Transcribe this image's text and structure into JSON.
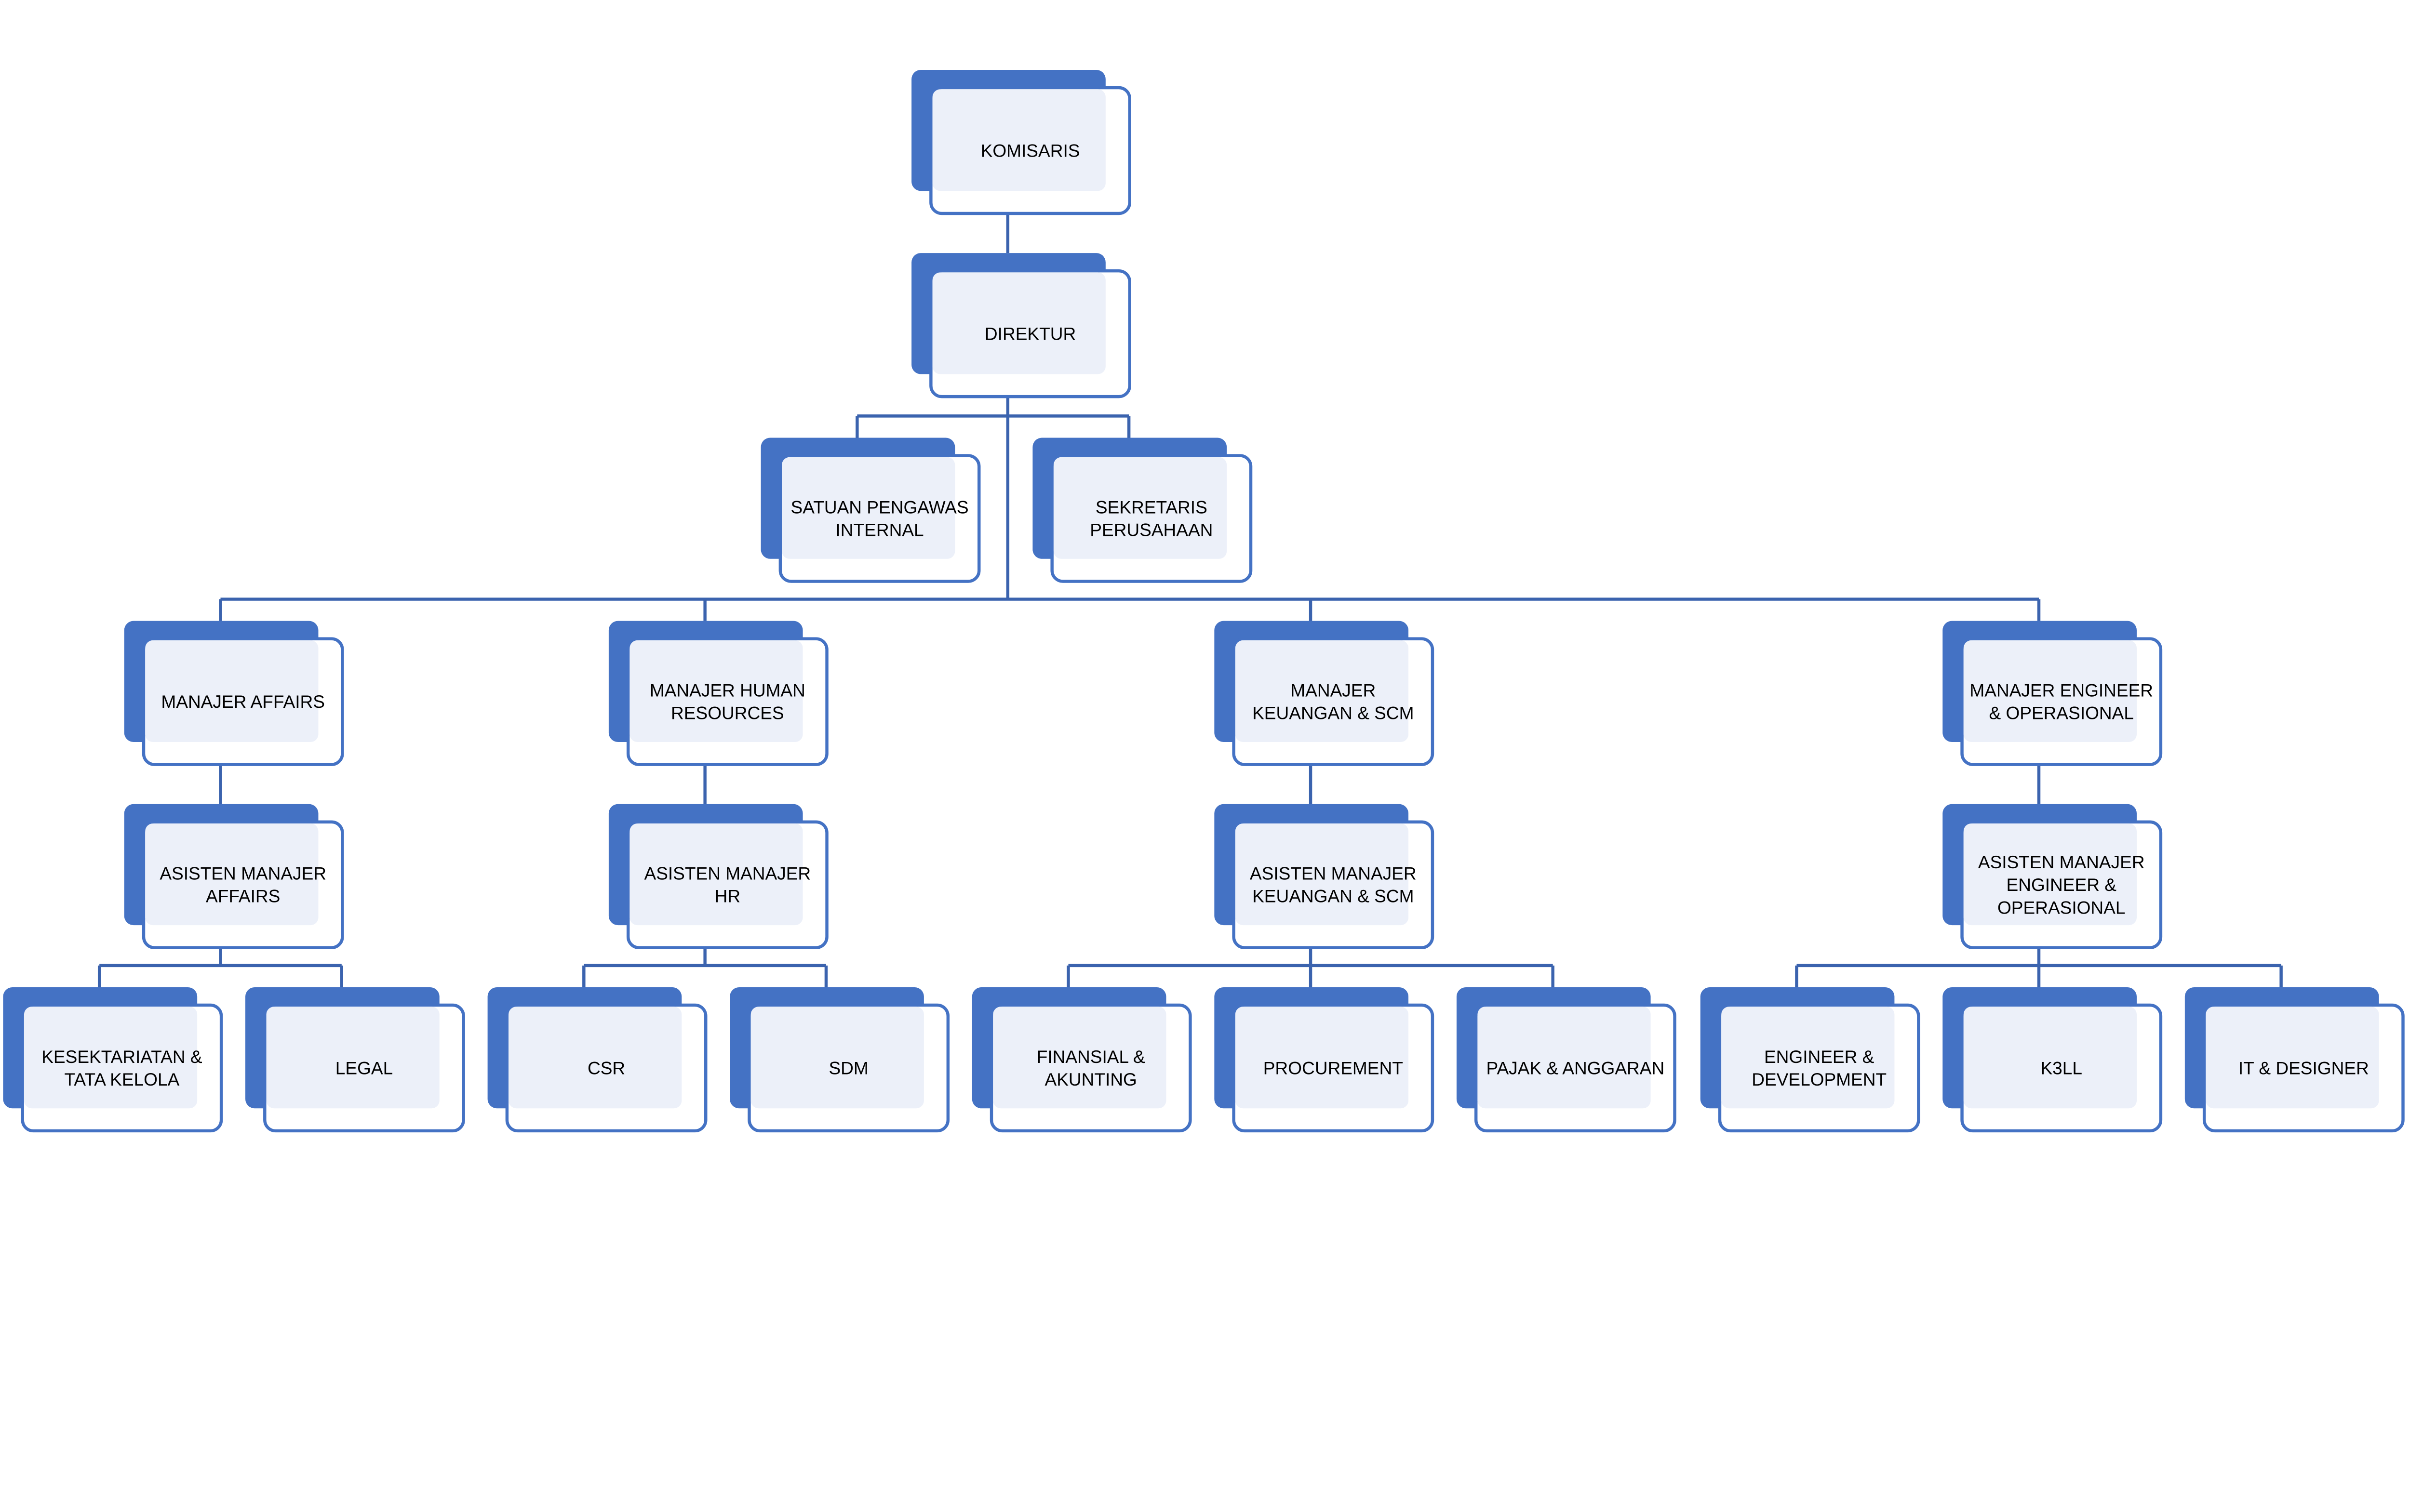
{
  "colors": {
    "box_accent": "#4472C4",
    "box_fill": "#ECF0F9",
    "connector": "#3B63AE"
  },
  "nodes": [
    {
      "id": "komisaris",
      "lines": [
        "KOMISARIS"
      ]
    },
    {
      "id": "direktur",
      "lines": [
        "DIREKTUR"
      ],
      "parent": "komisaris"
    },
    {
      "id": "spi",
      "lines": [
        "SATUAN PENGAWAS",
        "INTERNAL"
      ],
      "parent": "direktur",
      "assistant": true
    },
    {
      "id": "sekper",
      "lines": [
        "SEKRETARIS",
        "PERUSAHAAN"
      ],
      "parent": "direktur",
      "assistant": true
    },
    {
      "id": "m_affairs",
      "lines": [
        "MANAJER AFFAIRS"
      ],
      "parent": "direktur"
    },
    {
      "id": "m_hr",
      "lines": [
        "MANAJER HUMAN",
        "RESOURCES"
      ],
      "parent": "direktur"
    },
    {
      "id": "m_keu",
      "lines": [
        "MANAJER",
        "KEUANGAN & SCM"
      ],
      "parent": "direktur"
    },
    {
      "id": "m_eng",
      "lines": [
        "MANAJER ENGINEER",
        "& OPERASIONAL"
      ],
      "parent": "direktur"
    },
    {
      "id": "a_affairs",
      "lines": [
        "ASISTEN MANAJER",
        "AFFAIRS"
      ],
      "parent": "m_affairs"
    },
    {
      "id": "a_hr",
      "lines": [
        "ASISTEN MANAJER",
        "HR"
      ],
      "parent": "m_hr"
    },
    {
      "id": "a_keu",
      "lines": [
        "ASISTEN MANAJER",
        "KEUANGAN & SCM"
      ],
      "parent": "m_keu"
    },
    {
      "id": "a_eng",
      "lines": [
        "ASISTEN MANAJER",
        "ENGINEER &",
        "OPERASIONAL"
      ],
      "parent": "m_eng"
    },
    {
      "id": "kesek",
      "lines": [
        "KESEKTARIATAN &",
        "TATA KELOLA"
      ],
      "parent": "a_affairs"
    },
    {
      "id": "legal",
      "lines": [
        "LEGAL"
      ],
      "parent": "a_affairs"
    },
    {
      "id": "csr",
      "lines": [
        "CSR"
      ],
      "parent": "a_hr"
    },
    {
      "id": "sdm",
      "lines": [
        "SDM"
      ],
      "parent": "a_hr"
    },
    {
      "id": "finansial",
      "lines": [
        "FINANSIAL &",
        "AKUNTING"
      ],
      "parent": "a_keu"
    },
    {
      "id": "procurement",
      "lines": [
        "PROCUREMENT"
      ],
      "parent": "a_keu"
    },
    {
      "id": "pajak",
      "lines": [
        "PAJAK & ANGGARAN"
      ],
      "parent": "a_keu"
    },
    {
      "id": "engdev",
      "lines": [
        "ENGINEER &",
        "DEVELOPMENT"
      ],
      "parent": "a_eng"
    },
    {
      "id": "k3ll",
      "lines": [
        "K3LL"
      ],
      "parent": "a_eng"
    },
    {
      "id": "itdes",
      "lines": [
        "IT & DESIGNER"
      ],
      "parent": "a_eng"
    }
  ]
}
